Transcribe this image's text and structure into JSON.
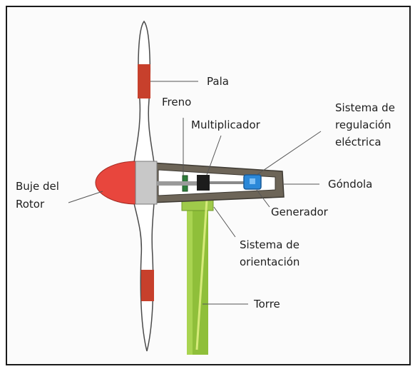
{
  "labels": {
    "pala": "Pala",
    "freno": "Freno",
    "multiplicador": "Multiplicador",
    "sistema_regulacion": [
      "Sistema de",
      "regulación",
      "eléctrica"
    ],
    "buje": [
      "Buje del",
      "Rotor"
    ],
    "gondola": "Góndola",
    "generador": "Generador",
    "sistema_orientacion": [
      "Sistema de",
      "orientación"
    ],
    "torre": "Torre"
  },
  "colors": {
    "blade_band": "#c7402c",
    "hub": "#e8463d",
    "nacelle": "#6d6558",
    "tower": "#8fbf3a",
    "generator": "#2b88d8"
  }
}
